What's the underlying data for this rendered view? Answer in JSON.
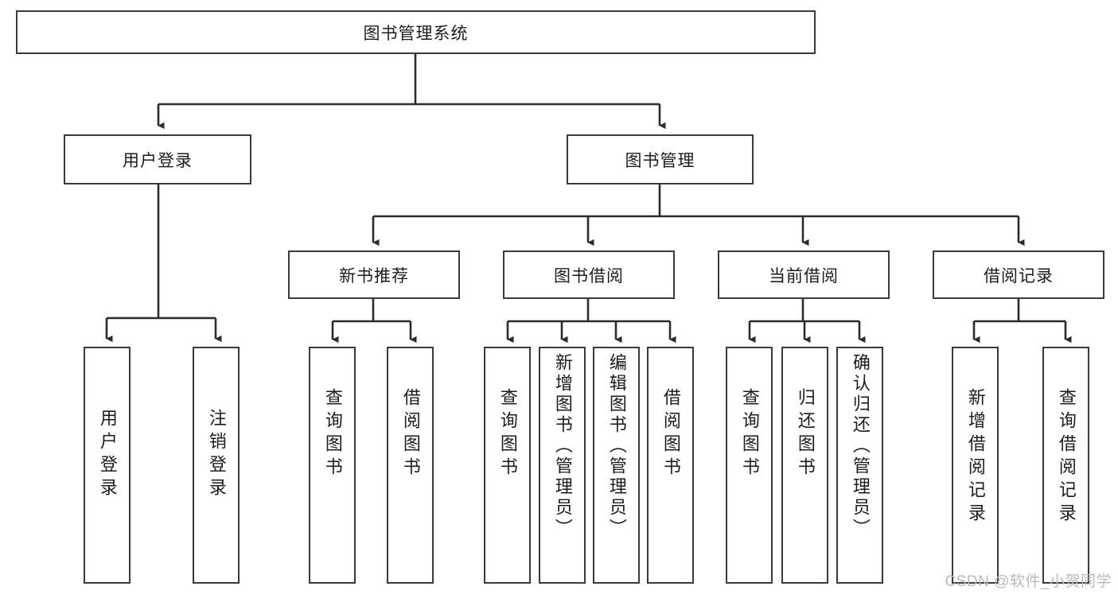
{
  "diagram": {
    "type": "tree-hierarchy-chart",
    "title": "图书管理系统",
    "colors": {
      "box_border": "#3a3a3a",
      "box_fill": "#ffffff",
      "connector": "#2b2b2b",
      "text": "#1c1c1c",
      "watermark": "#b9b9b9",
      "background": "#ffffff"
    },
    "root": {
      "label": "图书管理系统"
    },
    "level2": [
      {
        "label": "用户登录"
      },
      {
        "label": "图书管理"
      }
    ],
    "level3": [
      {
        "label": "新书推荐"
      },
      {
        "label": "图书借阅"
      },
      {
        "label": "当前借阅"
      },
      {
        "label": "借阅记录"
      }
    ],
    "leaves": {
      "user_login": [
        {
          "label": "用户登录"
        },
        {
          "label": "注销登录"
        }
      ],
      "new_book_recommend": [
        {
          "label": "查询图书"
        },
        {
          "label": "借阅图书"
        }
      ],
      "book_borrow": [
        {
          "label": "查询图书"
        },
        {
          "label": "新增图书（管理员）"
        },
        {
          "label": "编辑图书（管理员）"
        },
        {
          "label": "借阅图书"
        }
      ],
      "current_borrow": [
        {
          "label": "查询图书"
        },
        {
          "label": "归还图书"
        },
        {
          "label": "确认归还（管理员）"
        }
      ],
      "borrow_record": [
        {
          "label": "新增借阅记录"
        },
        {
          "label": "查询借阅记录"
        }
      ]
    }
  },
  "watermark": {
    "text": "CSDN @软件_小贺同学"
  }
}
